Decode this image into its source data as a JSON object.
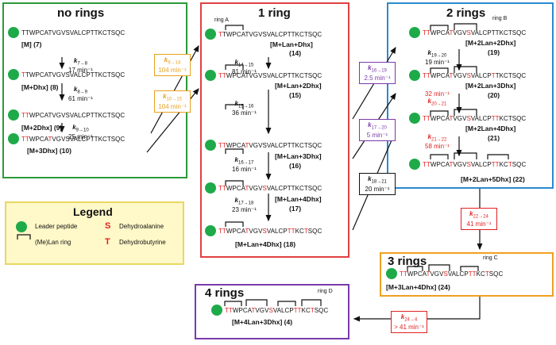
{
  "panels": {
    "no_rings": {
      "title": "no rings"
    },
    "one_ring": {
      "title": "1 ring"
    },
    "two_rings": {
      "title": "2 rings"
    },
    "three_rings": {
      "title": "3 rings"
    },
    "four_rings": {
      "title": "4 rings"
    }
  },
  "no_rings": {
    "rows": [
      {
        "pre": "",
        "red1": "",
        "mid": "TTWPCATVGVSVALCPTTKCTSQC",
        "label": "[M] (7)"
      },
      {
        "label": "[M+Dhx] (8)"
      },
      {
        "label": "[M+2Dhx] (9)"
      },
      {
        "label": "[M+3Dhx] (10)"
      }
    ],
    "k": [
      {
        "sub": "7→8",
        "val": "17 min⁻¹"
      },
      {
        "sub": "8→9",
        "val": "61 min⁻¹"
      },
      {
        "sub": "9→10",
        "val": "25 min⁻¹"
      }
    ]
  },
  "one_ring": {
    "ring_label": "ring A",
    "rows": [
      {
        "label": "[M+Lan+Dhx]"
      },
      {
        "label": "(14)"
      },
      {
        "label": "[M+Lan+2Dhx]"
      },
      {
        "label": "(15)"
      },
      {
        "label": "[M+Lan+3Dhx]"
      },
      {
        "label": "(16)"
      },
      {
        "label": "[M+Lan+4Dhx]"
      },
      {
        "label": "(17)"
      },
      {
        "label": "[M+Lan+4Dhx] (18)"
      }
    ],
    "k": [
      {
        "sub": "14→15",
        "val": "81 min⁻¹"
      },
      {
        "sub": "15→16",
        "val": "36 min⁻¹"
      },
      {
        "sub": "16→17",
        "val": "16 min⁻¹"
      },
      {
        "sub": "17→18",
        "val": "23 min⁻¹"
      }
    ]
  },
  "two_rings": {
    "ring_label": "ring B",
    "labels": [
      "[M+2Lan+2Dhx]",
      "(19)",
      "[M+2Lan+3Dhx]",
      "(20)",
      "[M+2Lan+4Dhx]",
      "(21)",
      "[M+2Lan+5Dhx] (22)"
    ],
    "k": [
      {
        "sub": "19→20",
        "val": "19 min⁻¹"
      },
      {
        "sub": "20→21",
        "val": "32 min⁻¹"
      },
      {
        "sub": "21→22",
        "val": "58 min⁻¹"
      }
    ]
  },
  "three_rings": {
    "ring_label": "ring C",
    "label": "[M+3Lan+4Dhx] (24)"
  },
  "four_rings": {
    "ring_label": "ring D",
    "label": "[M+4Lan+3Dhx] (4)"
  },
  "cross_k": [
    {
      "sub": "9→14",
      "val": "104 min⁻¹",
      "color": "#e8a020"
    },
    {
      "sub": "10→15",
      "val": "104 min⁻¹",
      "color": "#e8a020"
    },
    {
      "sub": "16→19",
      "val": "2.5 min⁻¹",
      "color": "#7a3aa8"
    },
    {
      "sub": "17→20",
      "val": "5 min⁻¹",
      "color": "#7a3aa8"
    },
    {
      "sub": "18→21",
      "val": "20 min⁻¹",
      "color": "#111111"
    },
    {
      "sub": "22→24",
      "val": "41 min⁻¹",
      "color": "#e02020"
    },
    {
      "sub": "24→4",
      "val": "> 41 min⁻¹",
      "color": "#e02020"
    }
  ],
  "legend": {
    "title": "Legend",
    "leader": "Leader peptide",
    "lan": "(Me)Lan ring",
    "dha_sym": "S",
    "dha": "Dehydroalanine",
    "dhb_sym": "T",
    "dhb": "Dehydrobutyrine"
  },
  "seq": {
    "a": "TTWPCATVGVSVALCPTTKCTSQC",
    "p1": "TT",
    "p2": "WPCATVGVSVALCPTTKCTSQC",
    "q1": "T",
    "q2": "T",
    "q3": "WPCA",
    "q4": "T",
    "q5": "VGVSVALCPTTKCTSQC",
    "r5": "VGV",
    "r6": "S",
    "r7": "VALCPTTKCTSQC",
    "s7": "VALCP",
    "s8": "TT",
    "s9": "KC",
    "s10": "T",
    "s11": "SQC",
    "twoA": "VALCPTTKCTSQC"
  },
  "colors": {
    "green": "#2a9a3a",
    "red": "#e04040",
    "blue": "#2a8ad0",
    "orange": "#f0a020",
    "purple": "#7a3aa8",
    "legend_bg": "#fff8c8",
    "legend_border": "#e8d860",
    "leader": "#1faa4a"
  }
}
